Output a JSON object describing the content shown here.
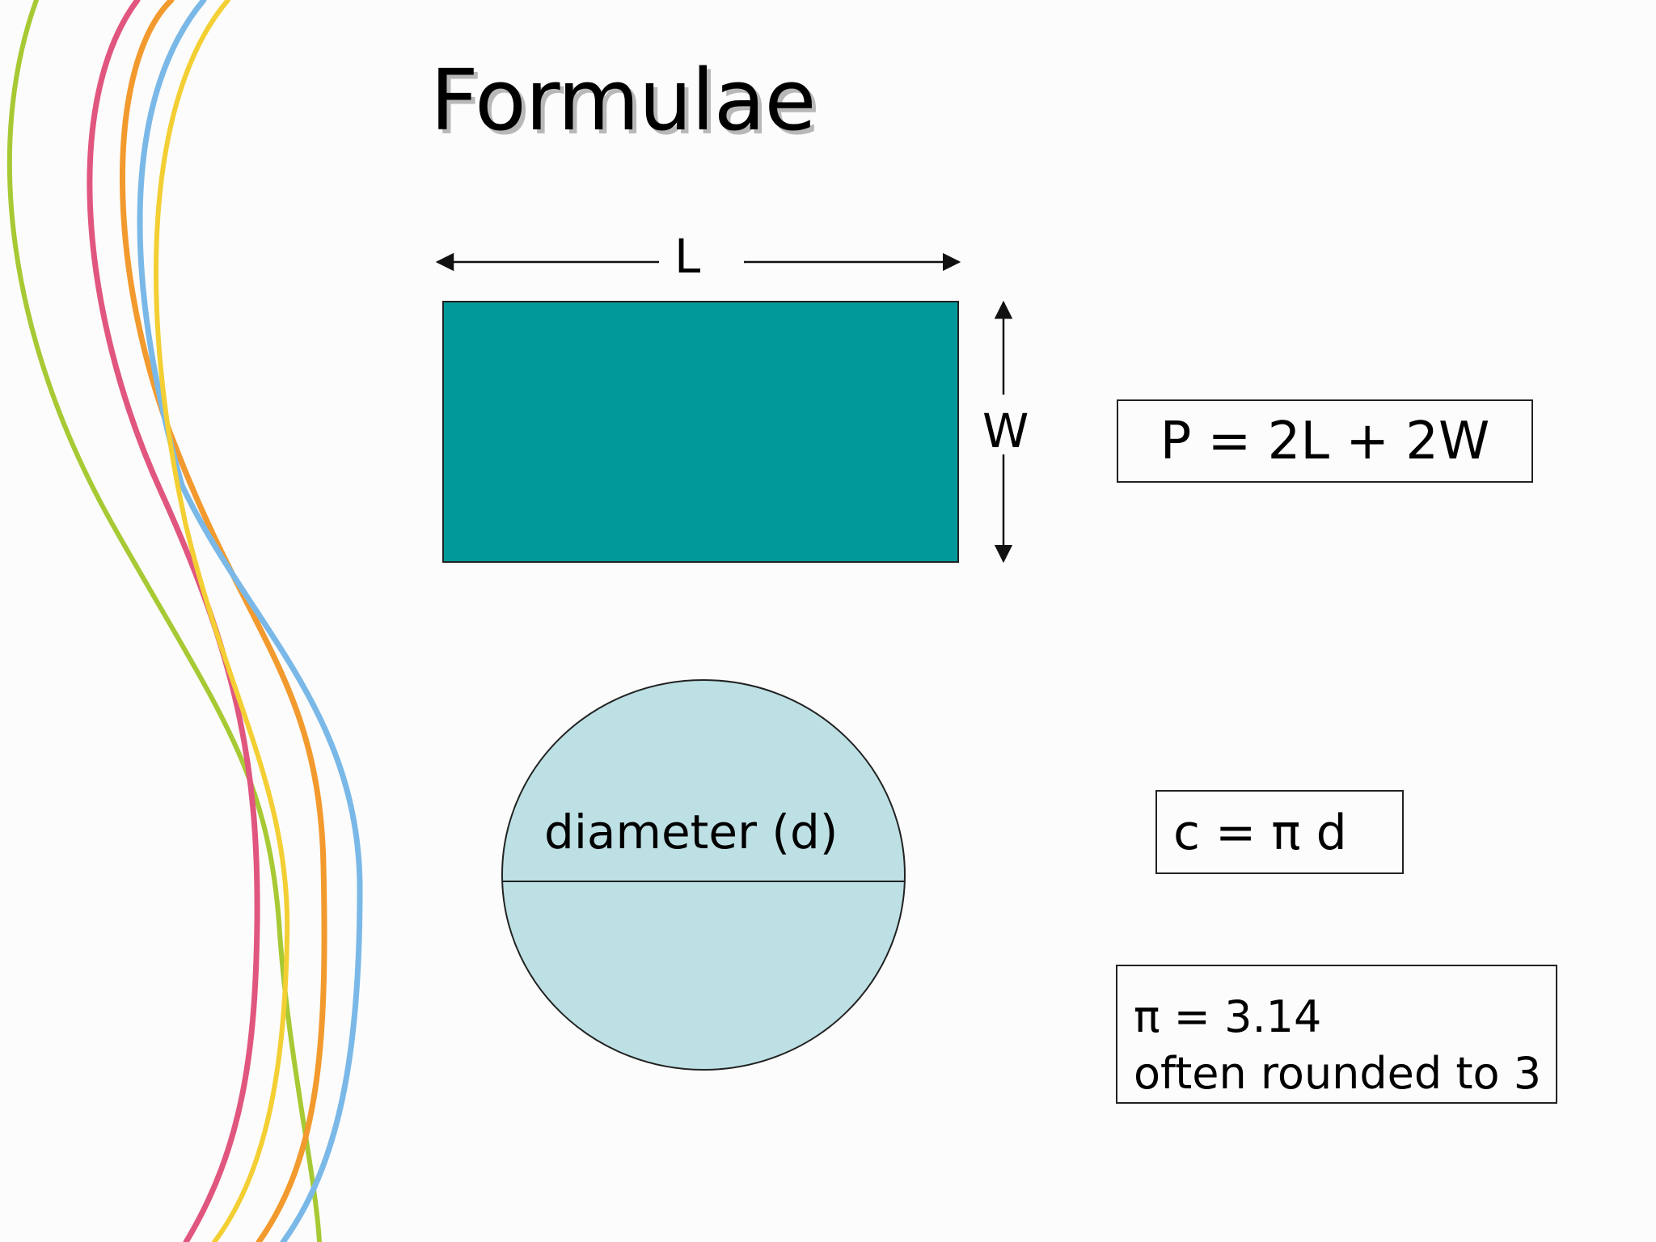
{
  "slide": {
    "title": "Formulae"
  },
  "rectangle": {
    "length_label": "L",
    "width_label": "W",
    "fill_color": "#019999",
    "perimeter_formula": "P = 2L + 2W"
  },
  "circle": {
    "diameter_label": "diameter (d)",
    "fill_color": "#bde0e4",
    "circumference_formula": "c = π d"
  },
  "pi_note": {
    "value_line": "π = 3.14",
    "rounding_line": "often rounded to 3"
  },
  "decoration": {
    "wave_colors": [
      "#a7c934",
      "#e0567f",
      "#f29a2e",
      "#7ab8e8",
      "#f3cf34"
    ]
  }
}
